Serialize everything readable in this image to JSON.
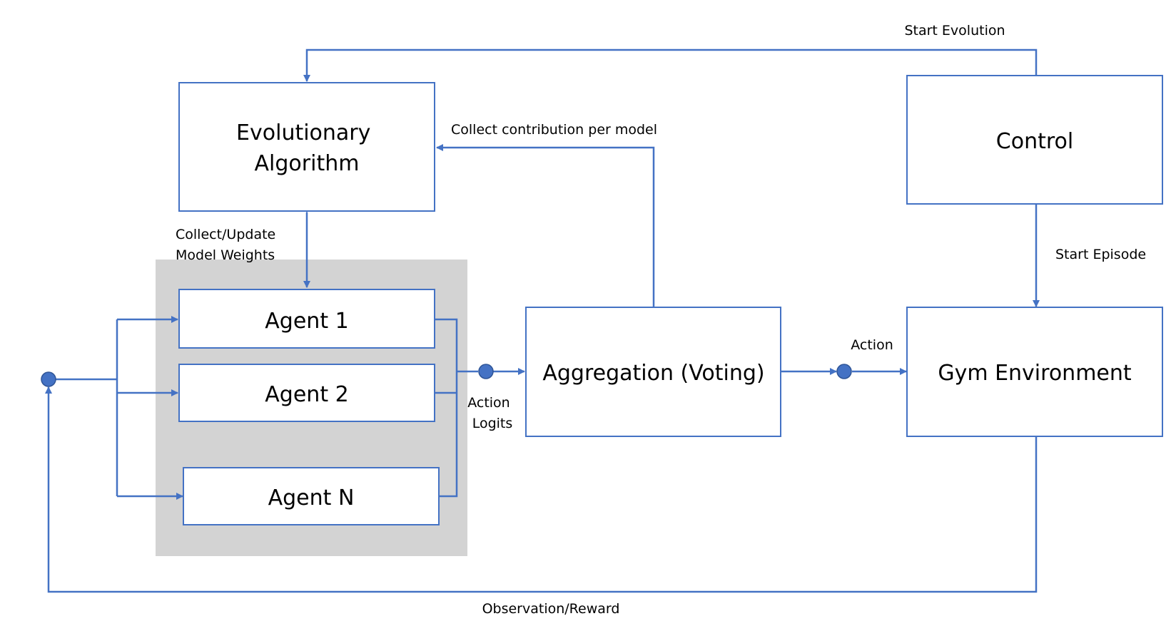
{
  "nodes": {
    "evolutionary_algorithm": [
      "Evolutionary",
      "Algorithm"
    ],
    "control": "Control",
    "agent_1": "Agent 1",
    "agent_2": "Agent 2",
    "agent_n": "Agent N",
    "aggregation": "Aggregation (Voting)",
    "gym_environment": "Gym Environment"
  },
  "edge_labels": {
    "start_evolution": "Start Evolution",
    "collect_contribution": "Collect contribution per model",
    "collect_update": [
      "Collect/Update",
      "Model Weights"
    ],
    "start_episode": "Start Episode",
    "action": "Action",
    "action_logits": [
      "Action",
      "Logits"
    ],
    "observation_reward": "Observation/Reward"
  },
  "colors": {
    "line": "#4472C4",
    "box_stroke": "#4472C4",
    "junction": "#4472C4",
    "agent_group_fill": "#D3D3D3",
    "text": "#000000"
  }
}
